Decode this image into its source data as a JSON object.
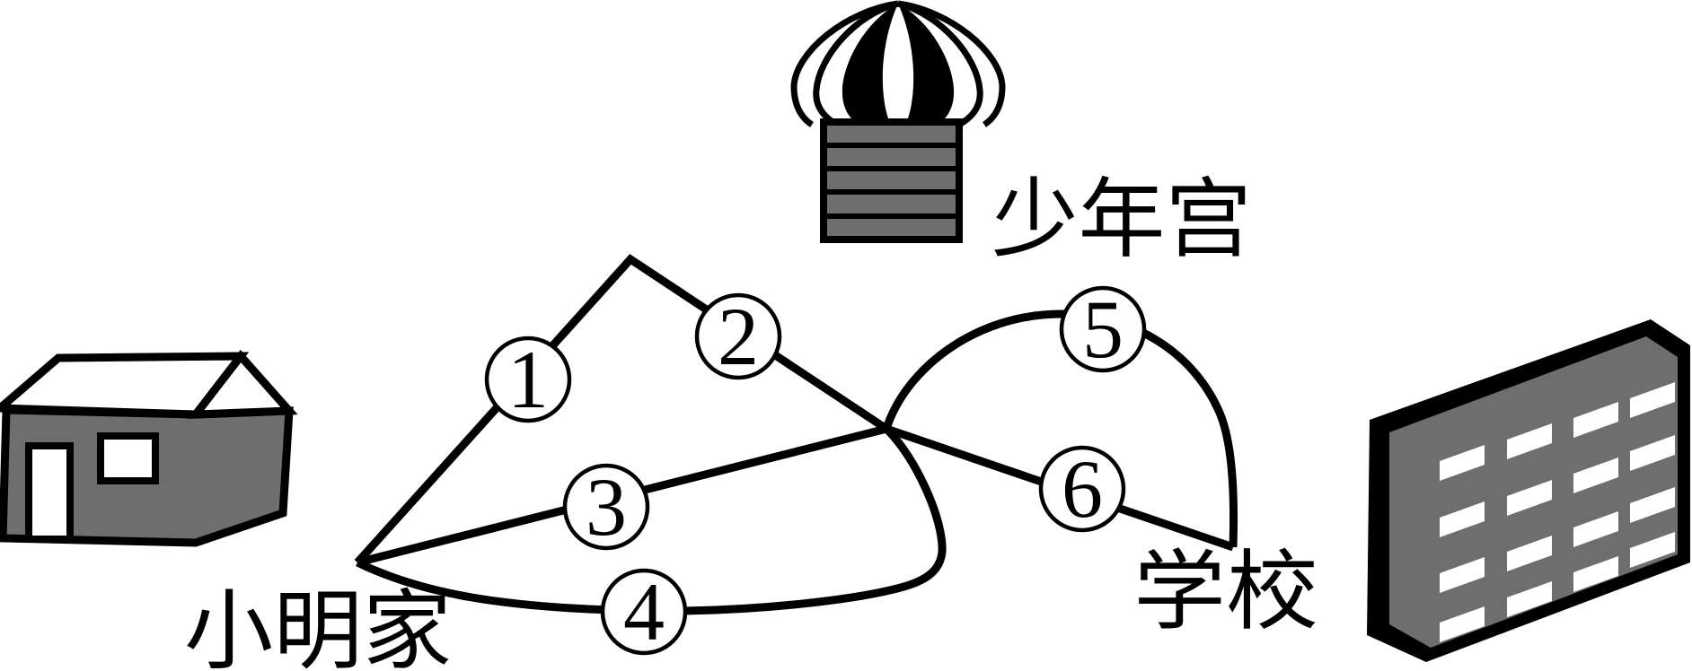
{
  "figure": {
    "background_color": "#ffffff",
    "ink_color": "#000000",
    "building_fill_color": "#6e6e6e"
  },
  "places": {
    "home": {
      "label": "小明家"
    },
    "youth_palace": {
      "label": "少年宫"
    },
    "school": {
      "label": "学校"
    }
  },
  "routes": [
    {
      "label": "1"
    },
    {
      "label": "2"
    },
    {
      "label": "3"
    },
    {
      "label": "4"
    },
    {
      "label": "5"
    },
    {
      "label": "6"
    }
  ]
}
